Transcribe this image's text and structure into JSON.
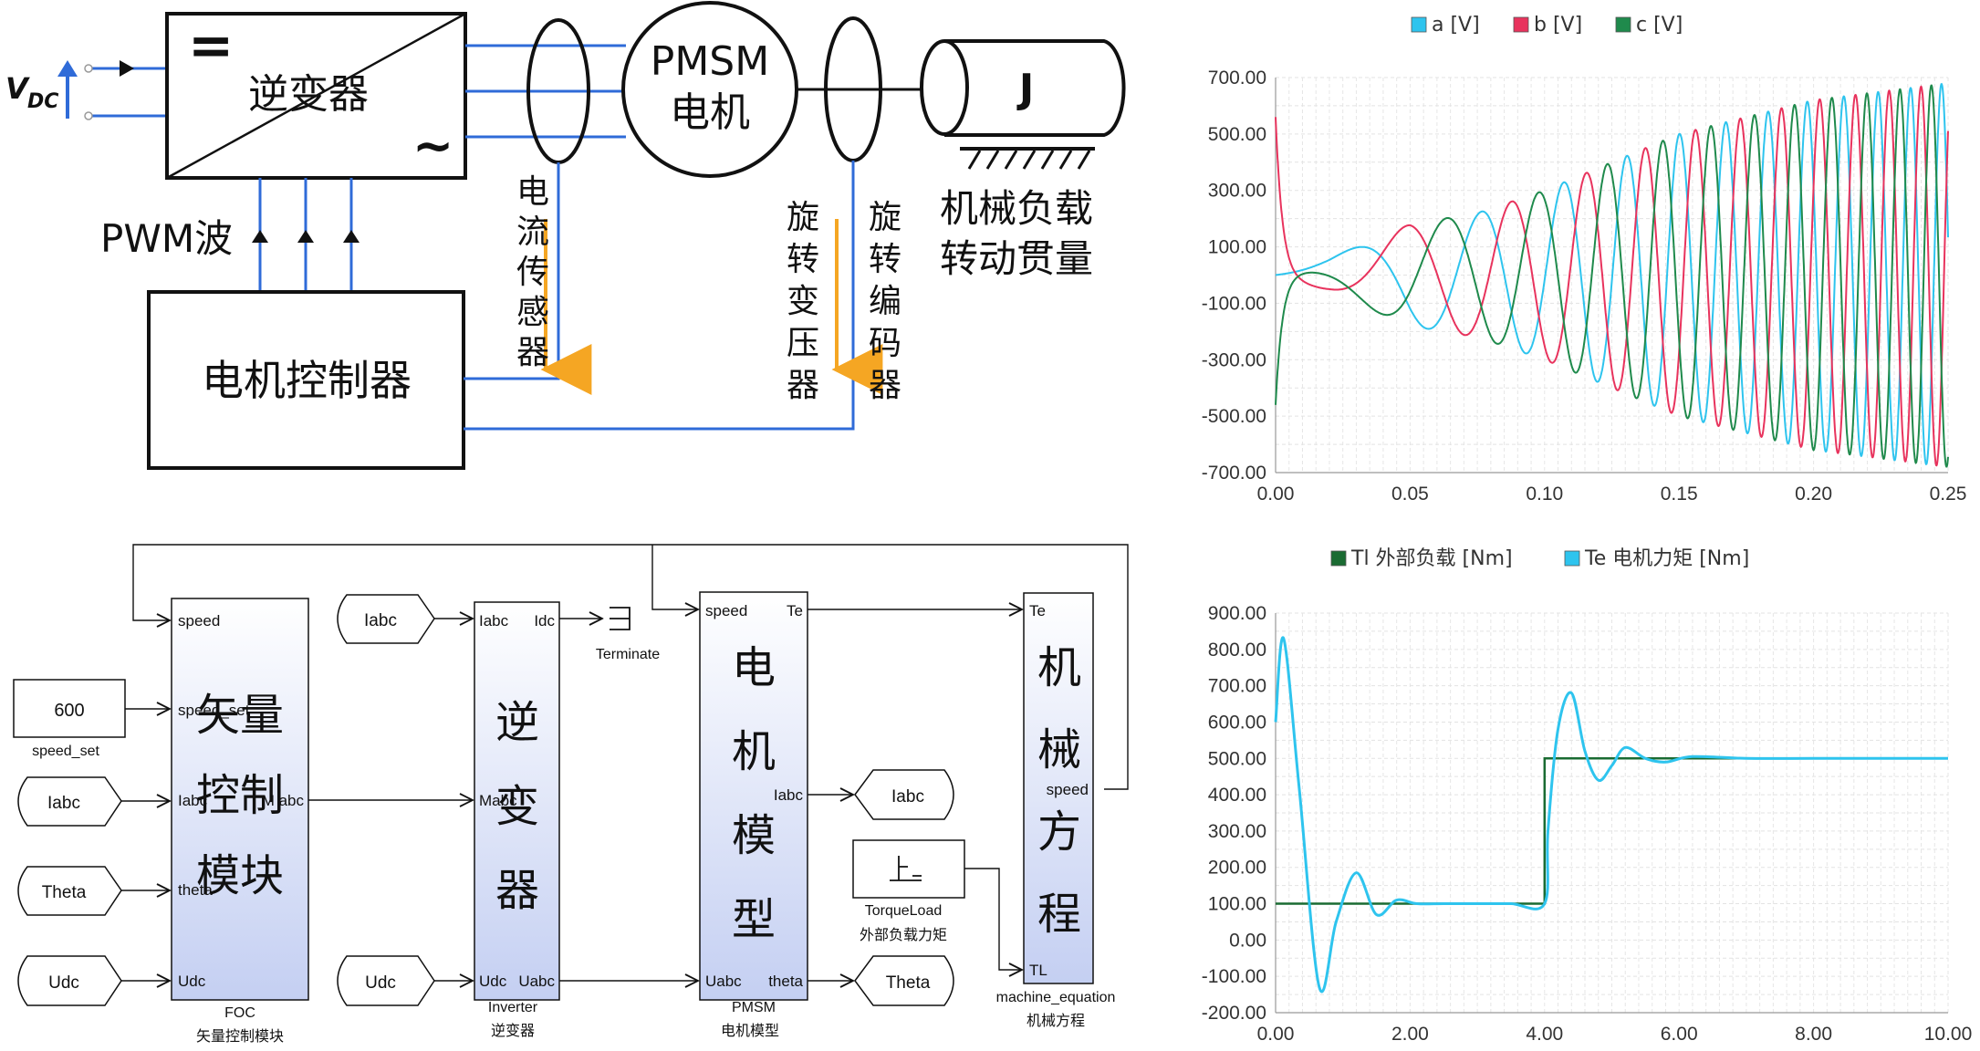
{
  "top_diagram": {
    "vdc_label": "V",
    "vdc_sub": "DC",
    "inverter_label": "逆变器",
    "inverter_dc_symbol": "=",
    "inverter_ac_symbol": "~",
    "motor_line1": "PMSM",
    "motor_line2": "电机",
    "inertia_label": "J",
    "pwm_label": "PWM波",
    "controller_label": "电机控制器",
    "current_sensor_chars": [
      "电",
      "流",
      "传",
      "感",
      "器"
    ],
    "resolver_chars": [
      "旋",
      "转",
      "变",
      "压",
      "器"
    ],
    "encoder_chars": [
      "旋",
      "转",
      "编",
      "码",
      "器"
    ],
    "load_line1": "机械负载",
    "load_line2": "转动贯量"
  },
  "bottom_diagram": {
    "foc": {
      "text": [
        "矢量",
        "控制",
        "模块"
      ],
      "name": "FOC",
      "subname": "矢量控制模块",
      "ports_in": [
        "speed",
        "speed_set",
        "Iabc",
        "theta",
        "Udc"
      ],
      "ports_out": [
        "M abc"
      ]
    },
    "inverter": {
      "text": [
        "逆",
        "变",
        "器"
      ],
      "name": "Inverter",
      "subname": "逆变器",
      "ports_in": [
        "Iabc",
        "Mabc",
        "Udc"
      ],
      "ports_out": [
        "Idc",
        "Uabc"
      ]
    },
    "pmsm": {
      "text": [
        "电",
        "机",
        "模",
        "型"
      ],
      "name": "PMSM",
      "subname": "电机模型",
      "ports_in": [
        "speed",
        "Uabc"
      ],
      "ports_out": [
        "Te",
        "Iabc",
        "theta"
      ]
    },
    "machine": {
      "text": [
        "机",
        "械",
        "方",
        "程"
      ],
      "name": "machine_equation",
      "subname": "机械方程",
      "ports_in": [
        "Te",
        "TL"
      ],
      "ports_out": [
        "speed"
      ]
    },
    "speed_set": {
      "value": "600",
      "name": "speed_set"
    },
    "tags": {
      "iabc": "Iabc",
      "theta": "Theta",
      "udc": "Udc"
    },
    "terminate": "Terminate",
    "torque_load": {
      "name": "TorqueLoad",
      "subname": "外部负载力矩"
    }
  },
  "colors": {
    "orange": "#f5a623",
    "blue_line": "#2f6bd8",
    "block_fill_top": "#ffffff",
    "block_fill_bottom": "#c9d3f3",
    "series_a": "#2ec4ee",
    "series_b": "#e8335d",
    "series_c": "#1f8a4c",
    "tl": "#1a6b32"
  },
  "chart_data": [
    {
      "type": "line",
      "title": "",
      "xlabel": "",
      "ylabel": "",
      "xlim": [
        0,
        0.25
      ],
      "ylim": [
        -700,
        700
      ],
      "x_ticks": [
        "0.00",
        "0.05",
        "0.10",
        "0.15",
        "0.20",
        "0.25"
      ],
      "y_ticks": [
        "700.00",
        "500.00",
        "300.00",
        "100.00",
        "-100.00",
        "-300.00",
        "-500.00",
        "-700.00"
      ],
      "legend_position": "top",
      "series": [
        {
          "name": "a [V]",
          "color": "#2ec4ee"
        },
        {
          "name": "b [V]",
          "color": "#e8335d"
        },
        {
          "name": "c [V]",
          "color": "#1f8a4c"
        }
      ],
      "envelope_points": [
        [
          0,
          0
        ],
        [
          0.02,
          60
        ],
        [
          0.05,
          180
        ],
        [
          0.075,
          220
        ],
        [
          0.1,
          300
        ],
        [
          0.15,
          500
        ],
        [
          0.2,
          620
        ],
        [
          0.25,
          680
        ]
      ],
      "frequency_note_hz": [
        [
          0,
          2
        ],
        [
          0.05,
          20
        ],
        [
          0.1,
          35
        ],
        [
          0.15,
          55
        ],
        [
          0.2,
          72
        ],
        [
          0.25,
          90
        ]
      ]
    },
    {
      "type": "line",
      "title": "",
      "xlabel": "",
      "ylabel": "",
      "xlim": [
        0,
        10
      ],
      "ylim": [
        -200,
        900
      ],
      "x_ticks": [
        "0.00",
        "2.00",
        "4.00",
        "6.00",
        "8.00",
        "10.00"
      ],
      "y_ticks": [
        "900.00",
        "800.00",
        "700.00",
        "600.00",
        "500.00",
        "400.00",
        "300.00",
        "200.00",
        "100.00",
        "0.00",
        "-100.00",
        "-200.00"
      ],
      "legend_position": "top",
      "series": [
        {
          "name": "Tl 外部负载 [Nm]",
          "color": "#1a6b32",
          "x": [
            0,
            4,
            4,
            10
          ],
          "y": [
            100,
            100,
            500,
            500
          ]
        },
        {
          "name": "Te 电机力矩 [Nm]",
          "color": "#2ec4ee",
          "x": [
            0,
            0.12,
            0.35,
            0.65,
            0.9,
            1.2,
            1.5,
            1.8,
            2.1,
            2.5,
            3,
            3.5,
            4,
            4.05,
            4.2,
            4.4,
            4.6,
            4.8,
            5.0,
            5.2,
            5.5,
            5.8,
            6.2,
            7,
            8,
            9,
            10
          ],
          "y": [
            600,
            830,
            420,
            -130,
            50,
            185,
            70,
            110,
            100,
            100,
            100,
            100,
            100,
            300,
            580,
            680,
            520,
            440,
            480,
            530,
            500,
            490,
            505,
            500,
            500,
            500,
            500
          ]
        }
      ]
    }
  ]
}
